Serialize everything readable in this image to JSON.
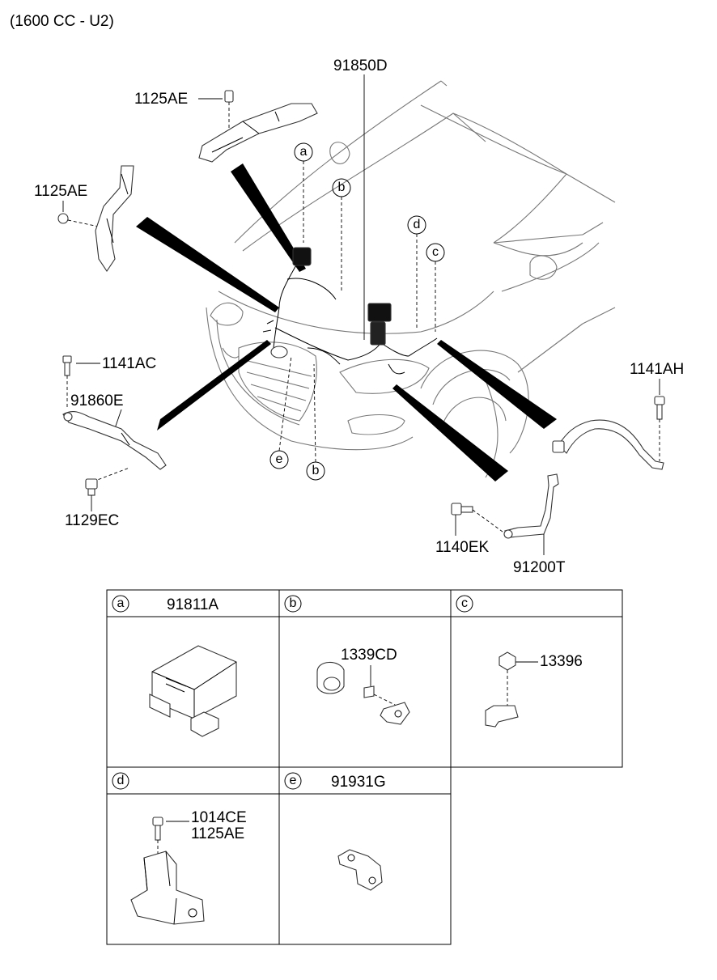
{
  "header": {
    "title": "(1600 CC - U2)"
  },
  "labels": {
    "p91850D": "91850D",
    "p1125AE_top": "1125AE",
    "p1125AE_left": "1125AE",
    "p1141AC": "1141AC",
    "p91860E": "91860E",
    "p1129EC": "1129EC",
    "p1141AH": "1141AH",
    "p1140EK": "1140EK",
    "p91200T": "91200T"
  },
  "callouts": {
    "a": "a",
    "b": "b",
    "c": "c",
    "d": "d",
    "e": "e"
  },
  "detail_table": {
    "a": {
      "letter": "a",
      "part": "91811A"
    },
    "b": {
      "letter": "b",
      "part": "1339CD"
    },
    "c": {
      "letter": "c",
      "part": "13396"
    },
    "d": {
      "letter": "d",
      "part1": "1014CE",
      "part2": "1125AE"
    },
    "e": {
      "letter": "e",
      "part": "91931G"
    }
  }
}
